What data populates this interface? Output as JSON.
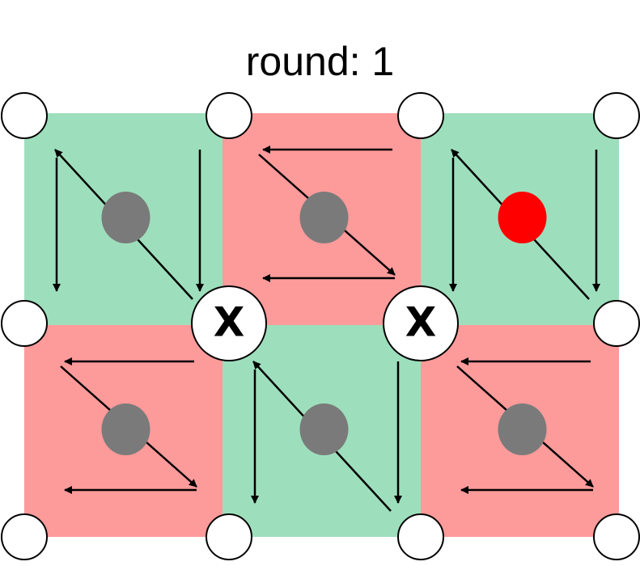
{
  "title_prefix": "round: ",
  "round_number": "1",
  "title": "round: 1",
  "colors": {
    "green_cell": "#9ddfbc",
    "red_cell": "#fd9a9a",
    "center_dot": "#7a7a7a",
    "highlight_dot": "#ff0000",
    "node_fill": "#ffffff",
    "stroke": "#000000"
  },
  "grid": {
    "rows": 2,
    "cols": 3,
    "cells": [
      {
        "row": 0,
        "col": 0,
        "color": "green",
        "scan": "column",
        "highlight": false
      },
      {
        "row": 0,
        "col": 1,
        "color": "red",
        "scan": "row",
        "highlight": false
      },
      {
        "row": 0,
        "col": 2,
        "color": "green",
        "scan": "column",
        "highlight": true
      },
      {
        "row": 1,
        "col": 0,
        "color": "red",
        "scan": "row",
        "highlight": false
      },
      {
        "row": 1,
        "col": 1,
        "color": "green",
        "scan": "column",
        "highlight": false
      },
      {
        "row": 1,
        "col": 2,
        "color": "red",
        "scan": "row",
        "highlight": false
      }
    ]
  },
  "nodes": [
    {
      "row": 0,
      "col": 0,
      "label": ""
    },
    {
      "row": 0,
      "col": 1,
      "label": ""
    },
    {
      "row": 0,
      "col": 2,
      "label": ""
    },
    {
      "row": 0,
      "col": 3,
      "label": ""
    },
    {
      "row": 1,
      "col": 0,
      "label": ""
    },
    {
      "row": 1,
      "col": 1,
      "label": "X"
    },
    {
      "row": 1,
      "col": 2,
      "label": "X"
    },
    {
      "row": 1,
      "col": 3,
      "label": ""
    },
    {
      "row": 2,
      "col": 0,
      "label": ""
    },
    {
      "row": 2,
      "col": 1,
      "label": ""
    },
    {
      "row": 2,
      "col": 2,
      "label": ""
    },
    {
      "row": 2,
      "col": 3,
      "label": ""
    }
  ]
}
